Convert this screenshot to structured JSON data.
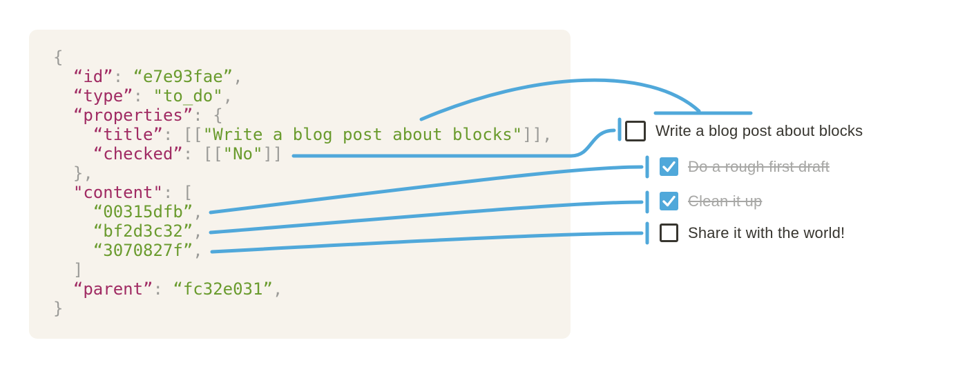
{
  "code_block": {
    "language": "json",
    "lines": [
      [
        {
          "t": "{",
          "c": "p"
        }
      ],
      [
        {
          "t": "  ",
          "c": "p"
        },
        {
          "t": "“id”",
          "c": "k"
        },
        {
          "t": ": ",
          "c": "p"
        },
        {
          "t": "“e7e93fae”",
          "c": "s"
        },
        {
          "t": ",",
          "c": "p"
        }
      ],
      [
        {
          "t": "  ",
          "c": "p"
        },
        {
          "t": "“type”",
          "c": "k"
        },
        {
          "t": ": ",
          "c": "p"
        },
        {
          "t": "\"to_do\"",
          "c": "s"
        },
        {
          "t": ",",
          "c": "p"
        }
      ],
      [
        {
          "t": "  ",
          "c": "p"
        },
        {
          "t": "“properties”",
          "c": "k"
        },
        {
          "t": ": {",
          "c": "p"
        }
      ],
      [
        {
          "t": "    ",
          "c": "p"
        },
        {
          "t": "“title”",
          "c": "k"
        },
        {
          "t": ": [[",
          "c": "p"
        },
        {
          "t": "\"Write a blog post about blocks\"",
          "c": "s"
        },
        {
          "t": "]],",
          "c": "p"
        }
      ],
      [
        {
          "t": "    ",
          "c": "p"
        },
        {
          "t": "“checked”",
          "c": "k"
        },
        {
          "t": ": [[",
          "c": "p"
        },
        {
          "t": "\"No\"",
          "c": "s"
        },
        {
          "t": "]]",
          "c": "p"
        }
      ],
      [
        {
          "t": "  },",
          "c": "p"
        }
      ],
      [
        {
          "t": "  ",
          "c": "p"
        },
        {
          "t": "\"content\"",
          "c": "k"
        },
        {
          "t": ": [",
          "c": "p"
        }
      ],
      [
        {
          "t": "    ",
          "c": "p"
        },
        {
          "t": "“00315dfb”",
          "c": "s"
        },
        {
          "t": ",",
          "c": "p"
        }
      ],
      [
        {
          "t": "    ",
          "c": "p"
        },
        {
          "t": "“bf2d3c32”",
          "c": "s"
        },
        {
          "t": ",",
          "c": "p"
        }
      ],
      [
        {
          "t": "    ",
          "c": "p"
        },
        {
          "t": "“3070827f”",
          "c": "s"
        },
        {
          "t": ",",
          "c": "p"
        }
      ],
      [
        {
          "t": "  ]",
          "c": "p"
        }
      ],
      [
        {
          "t": "  ",
          "c": "p"
        },
        {
          "t": "“parent”",
          "c": "k"
        },
        {
          "t": ": ",
          "c": "p"
        },
        {
          "t": "“fc32e031”",
          "c": "s"
        },
        {
          "t": ",",
          "c": "p"
        }
      ],
      [
        {
          "t": "}",
          "c": "p"
        }
      ]
    ]
  },
  "todo_list": {
    "items": [
      {
        "label": "Write a blog post about blocks",
        "checked": false
      },
      {
        "label": "Do a rough first draft",
        "checked": true
      },
      {
        "label": "Clean it up",
        "checked": true
      },
      {
        "label": "Share it with the world!",
        "checked": false
      }
    ]
  },
  "connections": [
    {
      "from": "properties.title",
      "to": "text of item 'Write a blog post about blocks'"
    },
    {
      "from": "properties.checked",
      "to": "checkbox of item 'Write a blog post about blocks'"
    },
    {
      "from": "content[0] “00315dfb”",
      "to": "item 'Do a rough first draft'"
    },
    {
      "from": "content[1] “bf2d3c32”",
      "to": "item 'Clean it up'"
    },
    {
      "from": "content[2] “3070827f”",
      "to": "item 'Share it with the world!'"
    }
  ],
  "colors": {
    "accent_blue": "#50a8da",
    "json_key": "#a02b63",
    "json_string": "#6a9b2e",
    "json_punctuation": "#9b9b98",
    "code_background": "#f7f3ec",
    "text_dark": "#37352f",
    "text_struck": "#a7a7a5"
  }
}
